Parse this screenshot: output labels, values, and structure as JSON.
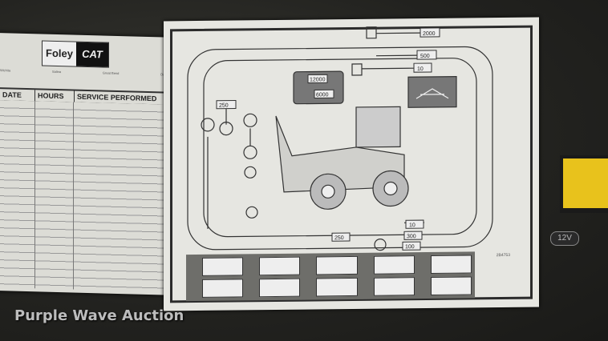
{
  "service_log": {
    "dealer_name": "Foley",
    "brand_logo": "CAT",
    "locations": [
      "Wichita",
      "Salina",
      "Great Bend",
      "Dodge City"
    ],
    "columns": [
      "DATE",
      "HOURS",
      "SERVICE PERFORMED"
    ]
  },
  "maintenance_decal": {
    "intervals": {
      "top_1": "2000",
      "top_2": "500",
      "top_3": "10",
      "tank_1": "12000",
      "tank_2": "6000",
      "left_1": "250",
      "bottom_1": "250",
      "right_1": "10",
      "right_2": "300",
      "right_3": "100"
    },
    "part_code": "2B4753"
  },
  "voltage_badge": "12V",
  "watermark": "Purple Wave Auction",
  "colors": {
    "background": "#262622",
    "decal": "#e6e6e1",
    "warning": "#e8c21c"
  }
}
